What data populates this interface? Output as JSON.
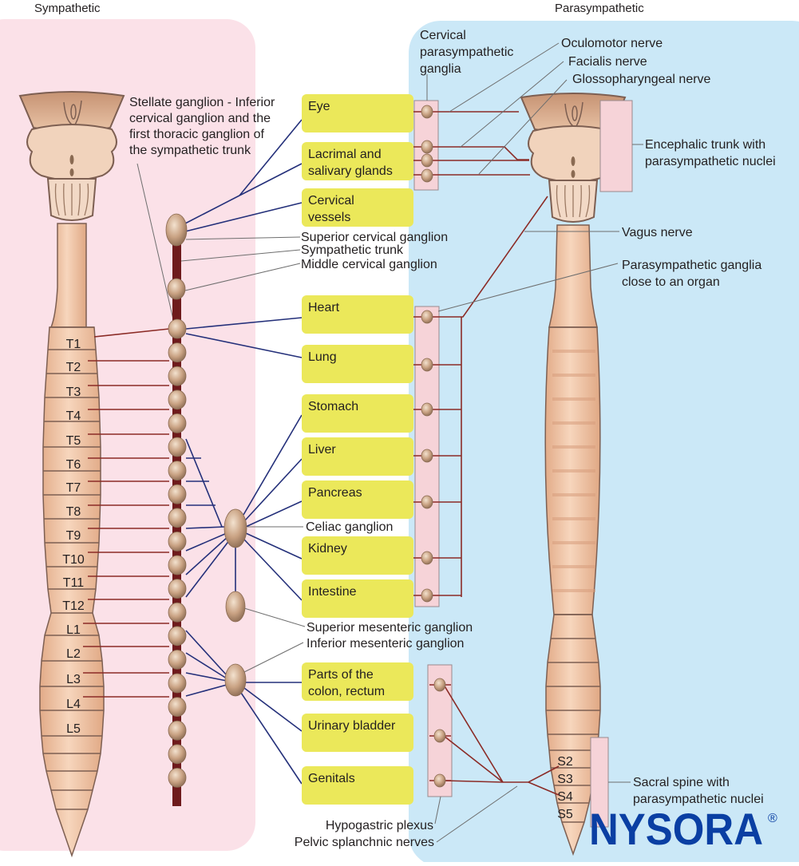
{
  "headers": {
    "sympathetic": "Sympathetic",
    "parasympathetic": "Parasympathetic"
  },
  "colors": {
    "sympathetic_bg": "#fbe1e8",
    "parasympathetic_bg": "#cbe8f7",
    "organ_box": "#ebe85a",
    "ganglion_box": "#f6d3d8",
    "spine_fill": "#efc5a5",
    "spine_stroke": "#7d5f52",
    "preganglionic_red": "#8b2b26",
    "postganglionic_blue": "#24307a",
    "leader_gray": "#6e6e6e",
    "trunk": "#6e1a1c",
    "logo_blue": "#0a3fa3"
  },
  "organs": [
    {
      "id": "eye",
      "label": "Eye"
    },
    {
      "id": "lacrimal",
      "label": "Lacrimal and\nsalivary glands"
    },
    {
      "id": "cervical-vessels",
      "label": "Cervical\nvessels"
    },
    {
      "id": "heart",
      "label": "Heart"
    },
    {
      "id": "lung",
      "label": "Lung"
    },
    {
      "id": "stomach",
      "label": "Stomach"
    },
    {
      "id": "liver",
      "label": "Liver"
    },
    {
      "id": "pancreas",
      "label": "Pancreas"
    },
    {
      "id": "kidney",
      "label": "Kidney"
    },
    {
      "id": "intestine",
      "label": "Intestine"
    },
    {
      "id": "colon",
      "label": "Parts of the\ncolon, rectum"
    },
    {
      "id": "bladder",
      "label": "Urinary bladder"
    },
    {
      "id": "genitals",
      "label": "Genitals"
    }
  ],
  "sympathetic_labels": {
    "stellate": "Stellate ganglion - Inferior\ncervical ganglion and the\nfirst thoracic ganglion of\nthe sympathetic trunk",
    "superior_cervical": "Superior cervical ganglion",
    "sympathetic_trunk": "Sympathetic trunk",
    "middle_cervical": "Middle cervical ganglion",
    "celiac": "Celiac ganglion",
    "superior_mesenteric": "Superior mesenteric ganglion",
    "inferior_mesenteric": "Inferior mesenteric ganglion",
    "hypogastric": "Hypogastric plexus",
    "pelvic_splanchnic": "Pelvic splanchnic nerves"
  },
  "parasympathetic_labels": {
    "cervical_ganglia": "Cervical\nparasympathetic\nganglia",
    "oculomotor": "Oculomotor nerve",
    "facialis": "Facialis nerve",
    "glossopharyngeal": "Glossopharyngeal nerve",
    "encephalic": "Encephalic trunk with\nparasympathetic nuclei",
    "vagus": "Vagus nerve",
    "ganglia_close": "Parasympathetic ganglia\nclose to an organ",
    "sacral": "Sacral spine with\nparasympathetic nuclei"
  },
  "spinal_segments_sympathetic": [
    "T1",
    "T2",
    "T3",
    "T4",
    "T5",
    "T6",
    "T7",
    "T8",
    "T9",
    "T10",
    "T11",
    "T12",
    "L1",
    "L2",
    "L3",
    "L4",
    "L5"
  ],
  "spinal_segments_sacral": [
    "S2",
    "S3",
    "S4",
    "S5"
  ],
  "logo": {
    "text": "NYSORA",
    "mark": "®"
  }
}
